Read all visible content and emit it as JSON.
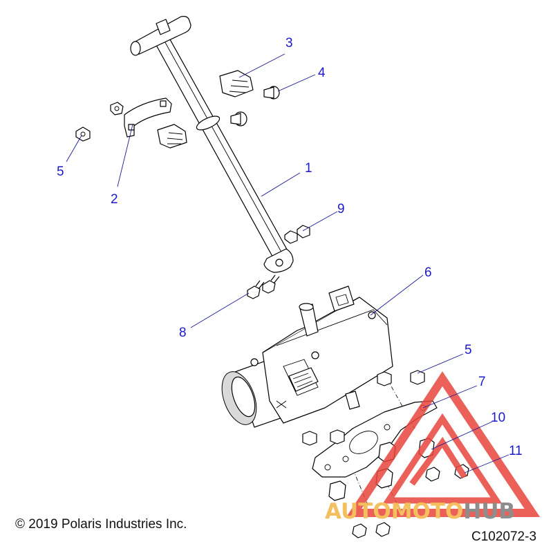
{
  "callouts": [
    {
      "id": "1",
      "label": "1"
    },
    {
      "id": "2",
      "label": "2"
    },
    {
      "id": "3",
      "label": "3"
    },
    {
      "id": "4",
      "label": "4"
    },
    {
      "id": "5a",
      "label": "5"
    },
    {
      "id": "5b",
      "label": "5"
    },
    {
      "id": "6",
      "label": "6"
    },
    {
      "id": "7",
      "label": "7"
    },
    {
      "id": "8",
      "label": "8"
    },
    {
      "id": "9",
      "label": "9"
    },
    {
      "id": "10",
      "label": "10"
    },
    {
      "id": "11",
      "label": "11"
    }
  ],
  "copyright": "© 2019 Polaris Industries Inc.",
  "document_number": "C102072-3",
  "watermark": {
    "text_part1": "AUTOMOTO",
    "text_part2": "HUB",
    "color_main": "#e8453c",
    "color_part1": "#f2b544",
    "color_part2": "#7a7a7a"
  },
  "colors": {
    "callout": "#1a1acc",
    "leader": "#1a1a99",
    "line_art": "#000000"
  }
}
